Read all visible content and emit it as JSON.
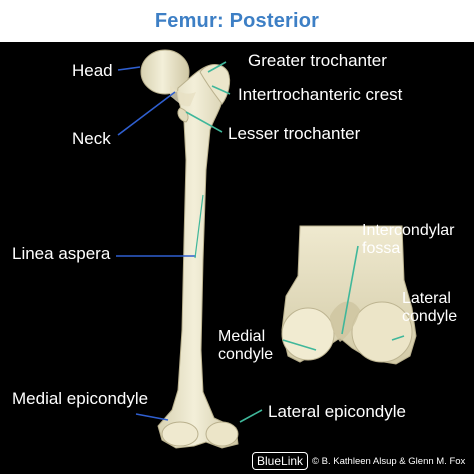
{
  "title": "Femur: Posterior",
  "labels": {
    "head": "Head",
    "neck": "Neck",
    "greater_trochanter": "Greater trochanter",
    "intertrochanteric_crest": "Intertrochanteric crest",
    "lesser_trochanter": "Lesser trochanter",
    "linea_aspera": "Linea aspera",
    "intercondylar_fossa_line1": "Intercondylar",
    "intercondylar_fossa_line2": "fossa",
    "lateral_condyle_line1": "Lateral",
    "lateral_condyle_line2": "condyle",
    "medial_condyle_line1": "Medial",
    "medial_condyle_line2": "condyle",
    "medial_epicondyle": "Medial epicondyle",
    "lateral_epicondyle": "Lateral epicondyle"
  },
  "footer": {
    "brand": "BlueLink",
    "copyright": "© B. Kathleen Alsup & Glenn M. Fox"
  },
  "colors": {
    "title": "#3d7fc5",
    "background": "#000000",
    "bone": "#efebd2",
    "blue_leader": "#2f5fd0",
    "teal_leader": "#3fb79a"
  }
}
